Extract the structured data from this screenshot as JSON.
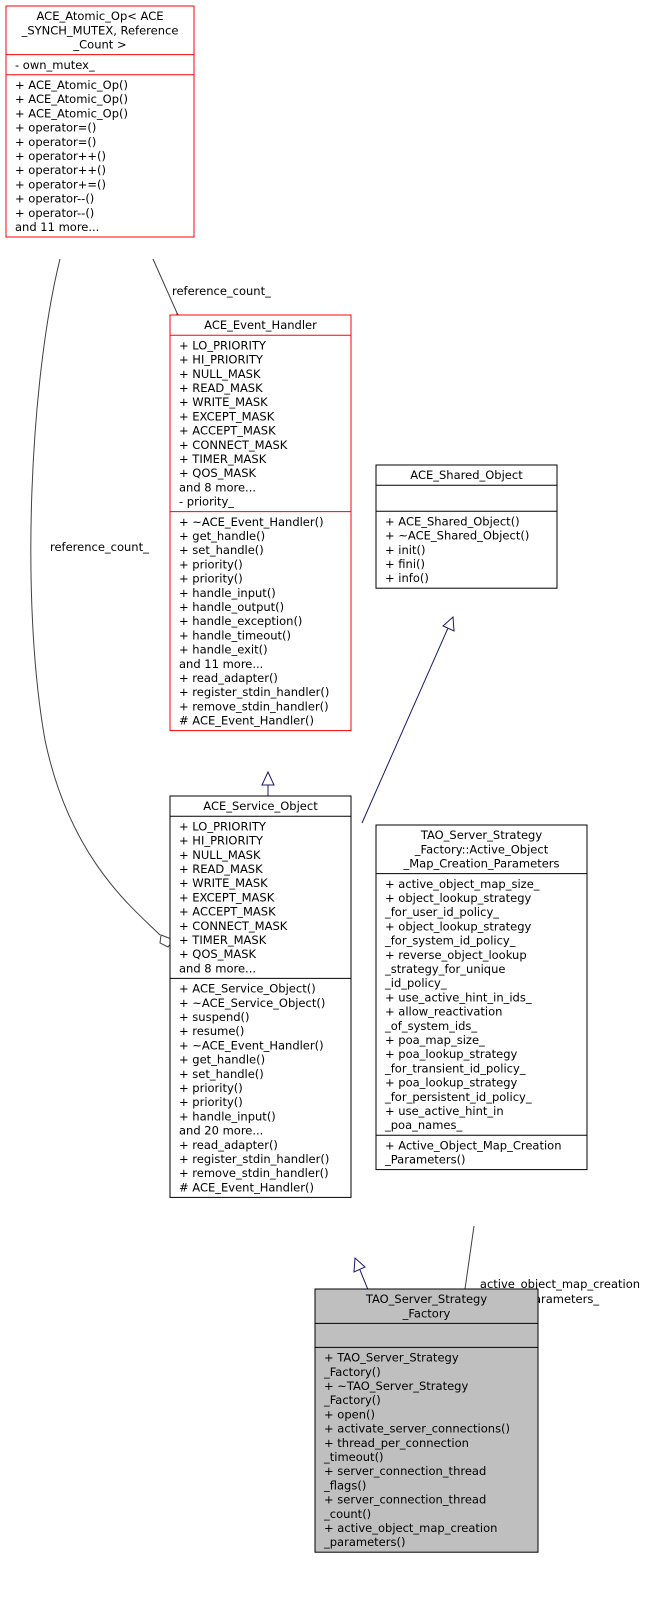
{
  "colors": {
    "red_border": "#ff0000",
    "black_border": "#000000",
    "blue_edge": "#191970",
    "gray_edge": "#404040",
    "highlight_fill": "#bfbfbf"
  },
  "classes": {
    "atomic_op": {
      "title": [
        "ACE_Atomic_Op< ACE",
        "_SYNCH_MUTEX, Reference",
        "_Count >"
      ],
      "attributes": [
        "- own_mutex_"
      ],
      "methods": [
        "+ ACE_Atomic_Op()",
        "+ ACE_Atomic_Op()",
        "+ ACE_Atomic_Op()",
        "+ operator=()",
        "+ operator=()",
        "+ operator++()",
        "+ operator++()",
        "+ operator+=()",
        "+ operator--()",
        "+ operator--()",
        "and 11 more..."
      ]
    },
    "event_handler": {
      "title": [
        "ACE_Event_Handler"
      ],
      "attributes": [
        "+ LO_PRIORITY",
        "+ HI_PRIORITY",
        "+ NULL_MASK",
        "+ READ_MASK",
        "+ WRITE_MASK",
        "+ EXCEPT_MASK",
        "+ ACCEPT_MASK",
        "+ CONNECT_MASK",
        "+ TIMER_MASK",
        "+ QOS_MASK",
        "and 8 more...",
        "- priority_"
      ],
      "methods": [
        "+ ~ACE_Event_Handler()",
        "+ get_handle()",
        "+ set_handle()",
        "+ priority()",
        "+ priority()",
        "+ handle_input()",
        "+ handle_output()",
        "+ handle_exception()",
        "+ handle_timeout()",
        "+ handle_exit()",
        "and 11 more...",
        "+ read_adapter()",
        "+ register_stdin_handler()",
        "+ remove_stdin_handler()",
        "# ACE_Event_Handler()"
      ]
    },
    "shared_object": {
      "title": [
        "ACE_Shared_Object"
      ],
      "attributes": [],
      "methods": [
        "+ ACE_Shared_Object()",
        "+ ~ACE_Shared_Object()",
        "+ init()",
        "+ fini()",
        "+ info()"
      ]
    },
    "service_object": {
      "title": [
        "ACE_Service_Object"
      ],
      "attributes": [
        "+ LO_PRIORITY",
        "+ HI_PRIORITY",
        "+ NULL_MASK",
        "+ READ_MASK",
        "+ WRITE_MASK",
        "+ EXCEPT_MASK",
        "+ ACCEPT_MASK",
        "+ CONNECT_MASK",
        "+ TIMER_MASK",
        "+ QOS_MASK",
        "and 8 more..."
      ],
      "methods": [
        "+ ACE_Service_Object()",
        "+ ~ACE_Service_Object()",
        "+ suspend()",
        "+ resume()",
        "+ ~ACE_Event_Handler()",
        "+ get_handle()",
        "+ set_handle()",
        "+ priority()",
        "+ priority()",
        "+ handle_input()",
        "and 20 more...",
        "+ read_adapter()",
        "+ register_stdin_handler()",
        "+ remove_stdin_handler()",
        "# ACE_Event_Handler()"
      ]
    },
    "creation_params": {
      "title": [
        "TAO_Server_Strategy",
        "_Factory::Active_Object",
        "_Map_Creation_Parameters"
      ],
      "attributes": [
        "+ active_object_map_size_",
        "+ object_lookup_strategy",
        "_for_user_id_policy_",
        "+ object_lookup_strategy",
        "_for_system_id_policy_",
        "+ reverse_object_lookup",
        "_strategy_for_unique",
        "_id_policy_",
        "+ use_active_hint_in_ids_",
        "+ allow_reactivation",
        "_of_system_ids_",
        "+ poa_map_size_",
        "+ poa_lookup_strategy",
        "_for_transient_id_policy_",
        "+ poa_lookup_strategy",
        "_for_persistent_id_policy_",
        "+ use_active_hint_in",
        "_poa_names_"
      ],
      "methods": [
        "+ Active_Object_Map_Creation",
        "_Parameters()"
      ]
    },
    "strategy_factory": {
      "title": [
        "TAO_Server_Strategy",
        "_Factory"
      ],
      "attributes": [],
      "methods": [
        "+ TAO_Server_Strategy",
        "_Factory()",
        "+ ~TAO_Server_Strategy",
        "_Factory()",
        "+ open()",
        "+ activate_server_connections()",
        "+ thread_per_connection",
        "_timeout()",
        "+ server_connection_thread",
        "_flags()",
        "+ server_connection_thread",
        "_count()",
        "+ active_object_map_creation",
        "_parameters()"
      ]
    }
  },
  "edge_labels": {
    "ref_count_upper": "reference_count_",
    "ref_count_left": "reference_count_",
    "aomcp": [
      "active_object_map_creation",
      "_parameters_"
    ]
  }
}
